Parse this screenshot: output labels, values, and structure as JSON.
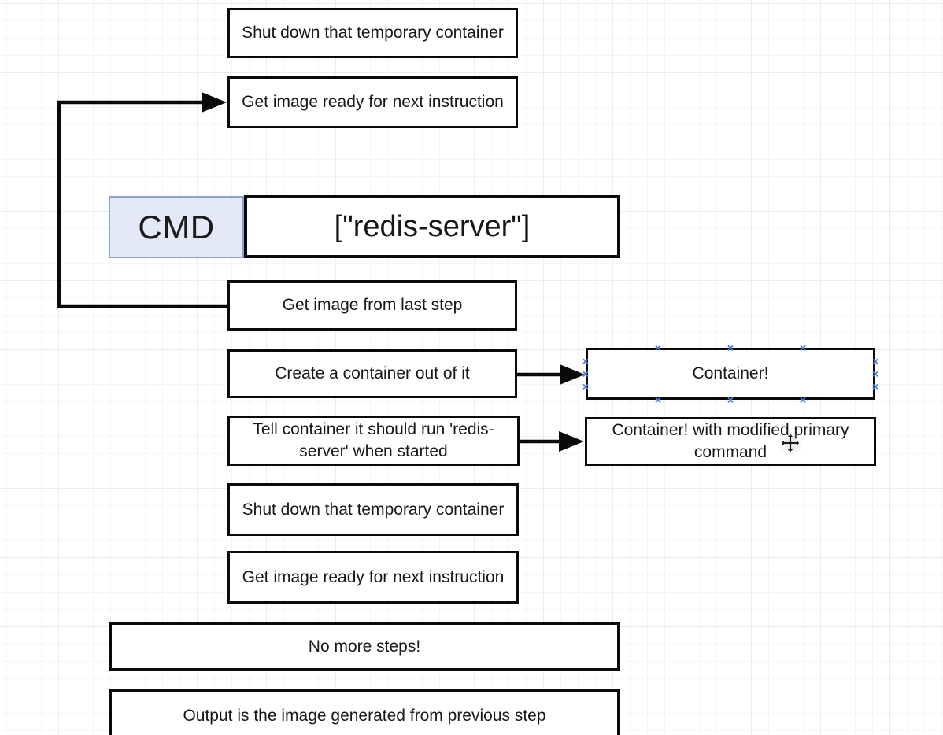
{
  "app": {
    "kind": "diagram-canvas",
    "background": "#ffffff",
    "grid_minor_color": "#f7f4f6",
    "grid_major_color": "#eeebed"
  },
  "colors": {
    "node_border": "#0a0a0a",
    "node_fill": "#ffffff",
    "cmd_cell_fill": "#e3e9f7",
    "cmd_cell_border": "#8da1cc",
    "arrow": "#0a0a0a",
    "connection_point": "#4a7cdb"
  },
  "diagram": {
    "nodes": [
      {
        "id": "shut-down-1",
        "label": "Shut down that temporary container"
      },
      {
        "id": "get-ready-1",
        "label": "Get image ready for next instruction"
      },
      {
        "id": "cmd-key",
        "label": "CMD"
      },
      {
        "id": "cmd-value",
        "label": "[\"redis-server\"]"
      },
      {
        "id": "get-image-last-step",
        "label": "Get image from last step"
      },
      {
        "id": "create-container",
        "label": "Create a container out of it"
      },
      {
        "id": "container",
        "label": "Container!"
      },
      {
        "id": "tell-container",
        "label": "Tell container it should run 'redis-server' when started"
      },
      {
        "id": "container-modified",
        "label": "Container! with modified primary command"
      },
      {
        "id": "shut-down-2",
        "label": "Shut down that temporary container"
      },
      {
        "id": "get-ready-2",
        "label": "Get image ready for next instruction"
      },
      {
        "id": "no-more-steps",
        "label": "No more steps!"
      },
      {
        "id": "output",
        "label": "Output is the image generated from previous step"
      }
    ],
    "edges": [
      {
        "from": "get-image-last-step",
        "to": "get-ready-1",
        "style": "orthogonal-loop-left"
      },
      {
        "from": "create-container",
        "to": "container",
        "style": "straight"
      },
      {
        "from": "tell-container",
        "to": "container-modified",
        "style": "straight"
      }
    ],
    "selection": {
      "hovered_node": "container",
      "connection_points_visible": true
    }
  },
  "ui": {
    "connection_point_glyph": "×",
    "cursor": "move"
  }
}
